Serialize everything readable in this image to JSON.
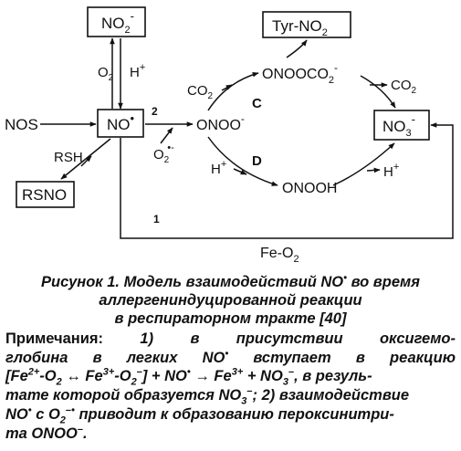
{
  "species": {
    "no2_minus": "NO",
    "tyr_no2": "Tyr-NO",
    "nos": "NOS",
    "no_radical": "NO",
    "onoo_minus": "ONOO",
    "onoocO2_minus": "ONOOCO",
    "no3_minus": "NO",
    "rsno": "RSNO",
    "onooh": "ONOOH",
    "fe_o2": "Fe-O"
  },
  "reagents": {
    "o2_up": "O",
    "h_plus_top": "H",
    "rsh": "RSH",
    "o2_radical_anion": "O",
    "co2_left": "CO",
    "co2_right": "CO",
    "h_plus_left": "H",
    "h_plus_right": "H"
  },
  "pathway_labels": {
    "c": "C",
    "d": "D",
    "step_2": "2",
    "step_1": "1"
  },
  "caption": {
    "line1": "Рисунок 1. Модель взаимодействий NO",
    "line1_end": " во время",
    "line2": "аллергениндуцированной реакции",
    "line3": "в респираторном тракте [40]"
  },
  "notes": {
    "l1_a": "Примечания:",
    "l1_b": "1)",
    "l1_c": "в",
    "l1_d": "присутствии",
    "l1_e": "оксигемо-",
    "l2_a": "глобина",
    "l2_b": "в",
    "l2_c": "легких",
    "l2_d": "NO",
    "l2_e": "вступает",
    "l2_f": "в",
    "l2_g": "реакцию",
    "l3_a": "[Fe",
    "l3_b": "-O",
    "l3_c": " ↔ Fe",
    "l3_d": "-O",
    "l3_e": "] + NO",
    "l3_f": " → Fe",
    "l3_g": " + NO",
    "l3_h": ", в резуль-",
    "l4_a": "тате которой образуется NO",
    "l4_b": "; 2) взаимодействие",
    "l5_a": "NO",
    "l5_b": " с O",
    "l5_c": " приводит к образованию пероксинитри-",
    "l6_a": "та ONOO",
    "l6_b": "."
  }
}
